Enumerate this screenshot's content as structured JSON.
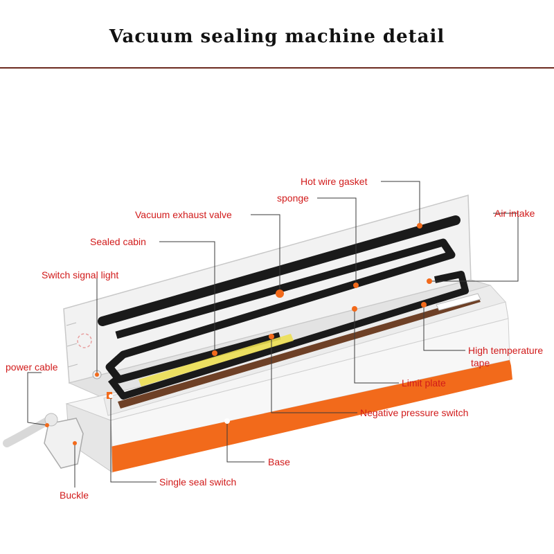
{
  "title": "Vacuum sealing machine detail",
  "colors": {
    "label": "#d11a1a",
    "rule": "#6b2a1e",
    "accent": "#f26a1b",
    "gasket": "#1a1a1a",
    "tape": "#6e4026",
    "body": "#f3f3f3"
  },
  "labels": {
    "hot_wire_gasket": "Hot wire gasket",
    "sponge": "sponge",
    "vacuum_exhaust_valve": "Vacuum exhaust valve",
    "air_intake": "Air intake",
    "sealed_cabin": "Sealed cabin",
    "switch_signal_light": "Switch signal light",
    "power_cable": "power cable",
    "high_temperature_tape_1": "High temperature",
    "high_temperature_tape_2": "tape",
    "limit_plate": "Limit plate",
    "negative_pressure_switch": "Negative pressure switch",
    "base": "Base",
    "single_seal_switch": "Single seal switch",
    "buckle": "Buckle"
  }
}
